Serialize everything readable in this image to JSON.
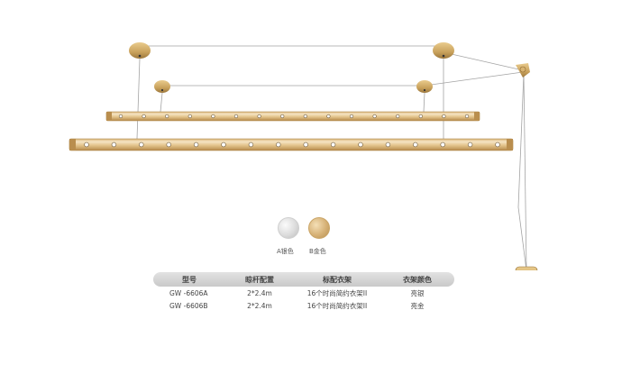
{
  "colors": {
    "gold_light": "#e8cf9d",
    "gold_dark": "#b98e4e",
    "bracket_gold": "#c9a25c",
    "cable_grey": "#9a9a9a",
    "header_grey": "#d4d4d4"
  },
  "swatches": {
    "a_label": "A银色",
    "b_label": "B金色"
  },
  "spec_table": {
    "headers": [
      "型号",
      "晾杆配置",
      "标配衣架",
      "衣架颜色"
    ],
    "rows": [
      [
        "GW -6606A",
        "2*2.4m",
        "16个时尚简约衣架II",
        "亮银"
      ],
      [
        "GW -6606B",
        "2*2.4m",
        "16个时尚简约衣架II",
        "亮金"
      ]
    ]
  }
}
